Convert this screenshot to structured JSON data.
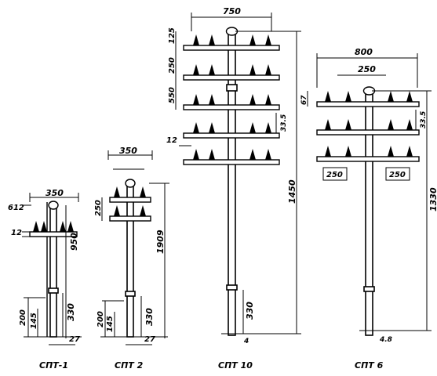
{
  "figures": [
    {
      "name": "СПТ-1",
      "dims": {
        "top_width": "350",
        "top_offset": "612",
        "cross_gap": "12",
        "height": "950",
        "lower": "330",
        "lower_left": "200",
        "lower_mid": "145",
        "base": "27"
      }
    },
    {
      "name": "СПТ 2",
      "dims": {
        "top_width": "350",
        "tier_gap": "250",
        "height": "1909",
        "lower": "330",
        "lower_left": "200",
        "lower_mid": "145",
        "base": "27"
      }
    },
    {
      "name": "СПТ 10",
      "dims": {
        "top_width": "750",
        "top": "125",
        "tier_a": "250",
        "tier_b": "550",
        "insulator": "33.5",
        "cross_gap": "12",
        "height": "1450",
        "lower": "330",
        "base": "4"
      }
    },
    {
      "name": "СПТ 6",
      "dims": {
        "top_width": "800",
        "mid_width": "250",
        "tier": "67",
        "insulator": "33.5",
        "left_arm": "250",
        "right_arm": "250",
        "height": "1330",
        "base": "4.8"
      }
    }
  ]
}
